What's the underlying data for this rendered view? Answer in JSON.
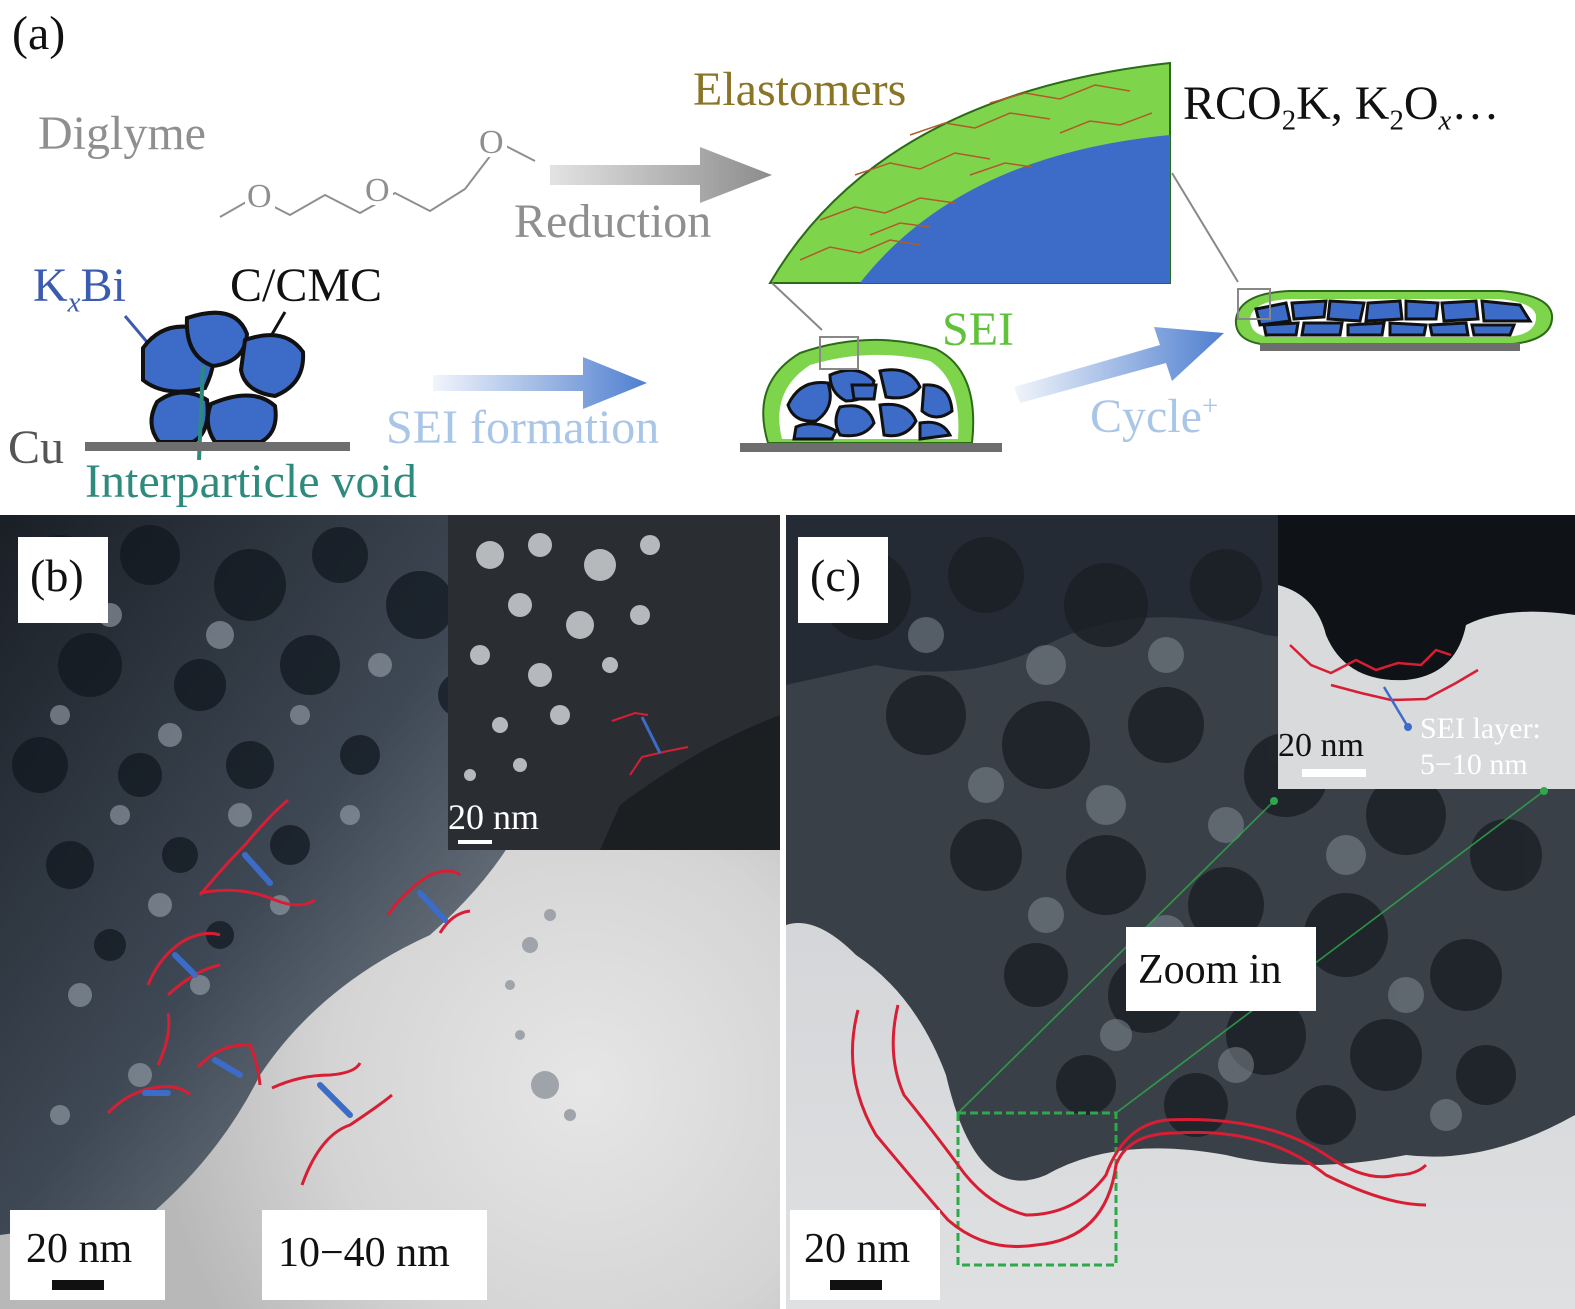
{
  "panel_a": {
    "label": "(a)",
    "diglyme": "Diglyme",
    "reduction": "Reduction",
    "elastomers": "Elastomers",
    "rco2k": {
      "p1": "RCO",
      "s1": "2",
      "p2": "K, K",
      "s2": "2",
      "p3": "O",
      "s3": "x",
      "p4": "…"
    },
    "kxbi": {
      "p1": "K",
      "s1": "x",
      "p2": "Bi"
    },
    "c_cmc": "C/CMC",
    "cu": "Cu",
    "interparticle_void": "Interparticle void",
    "sei_formation": "SEI formation",
    "sei": "SEI",
    "cycle": {
      "p1": "Cycle",
      "sup": "+"
    },
    "molecule_o": [
      "O",
      "O",
      "O"
    ]
  },
  "panel_b": {
    "label": "(b)",
    "scale_main": "20 nm",
    "scale_inset": "20 nm",
    "thickness": "10−40 nm"
  },
  "panel_c": {
    "label": "(c)",
    "scale_main": "20 nm",
    "scale_inset": "20 nm",
    "zoom_in": "Zoom in",
    "sei_layer_1": "SEI layer:",
    "sei_layer_2": "5−10 nm"
  },
  "colors": {
    "particle_blue": "#3c6cc8",
    "sei_green": "#7ed44a",
    "red_outline": "#d81e34",
    "elastomer_text": "#8a7526",
    "void_teal": "#2e8a7c",
    "sei_formation_blue": "#a9c6e8",
    "kxbi_blue": "#3a5bb0"
  }
}
